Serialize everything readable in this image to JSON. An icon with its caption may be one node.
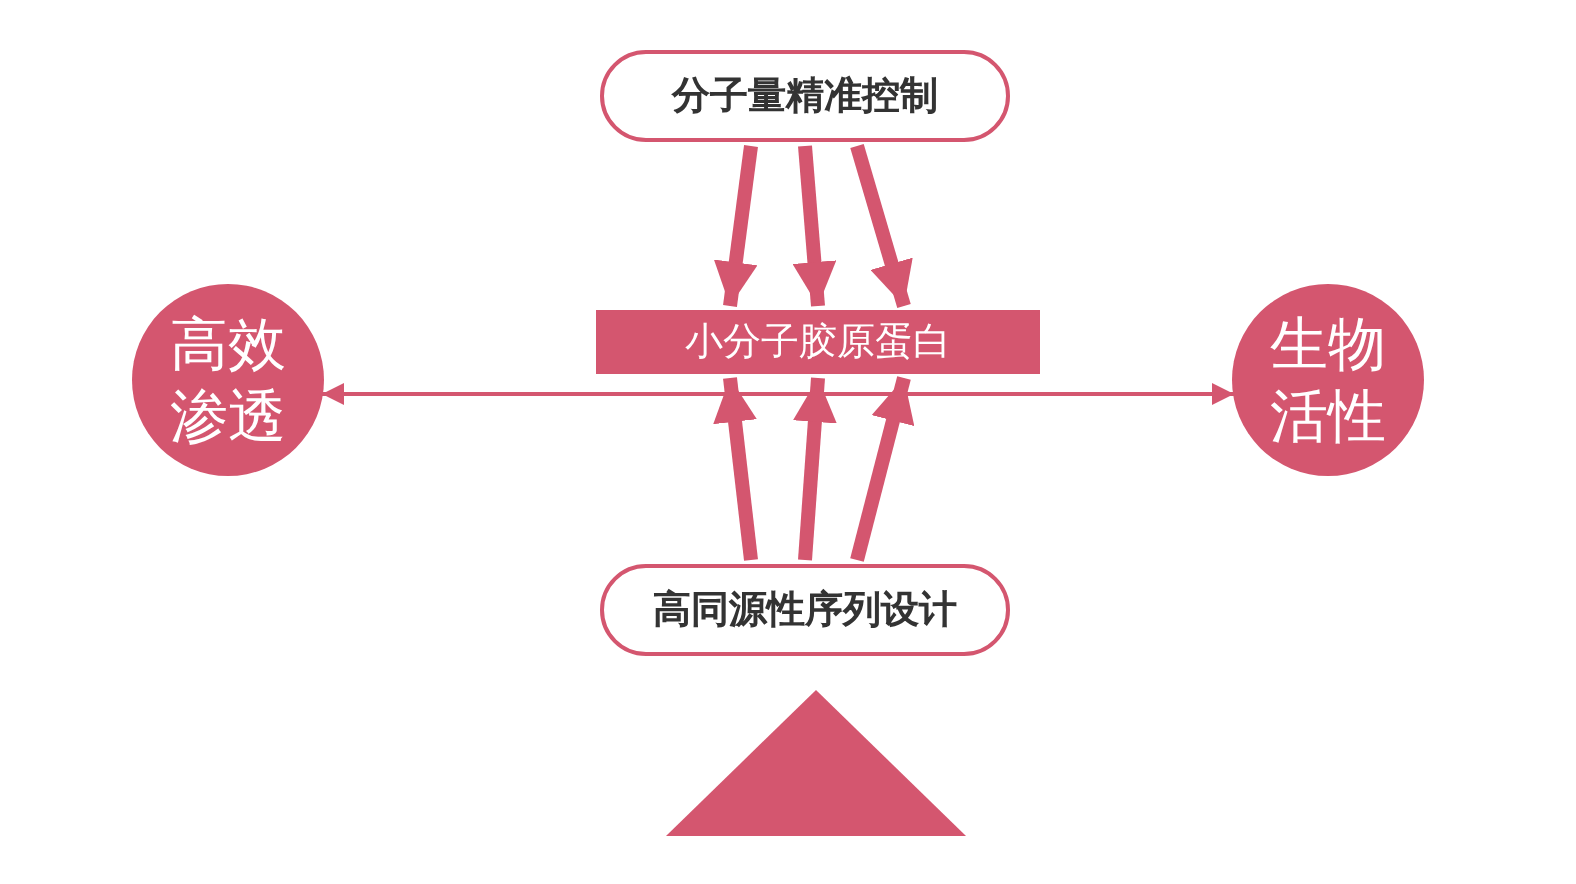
{
  "diagram": {
    "nodes": [
      {
        "text": [
          "分子量精准控制"
        ]
      },
      {
        "text": [
          "小分子胶原蛋白"
        ]
      },
      {
        "text": [
          "高同源性序列设计"
        ]
      },
      {
        "text": [
          "高效渗透"
        ]
      },
      {
        "text": [
          "生物活性"
        ]
      },
      {
        "text": [],
        "shape": "triangle"
      }
    ],
    "edges": [
      {
        "from": 0,
        "to": 1,
        "arrow": "to"
      },
      {
        "from": 0,
        "to": 1,
        "arrow": "to"
      },
      {
        "from": 0,
        "to": 1,
        "arrow": "to"
      },
      {
        "from": 2,
        "to": 1,
        "arrow": "to"
      },
      {
        "from": 2,
        "to": 1,
        "arrow": "to"
      },
      {
        "from": 2,
        "to": 1,
        "arrow": "to"
      },
      {
        "from": 3,
        "to": 4,
        "arrow": "both"
      }
    ]
  }
}
